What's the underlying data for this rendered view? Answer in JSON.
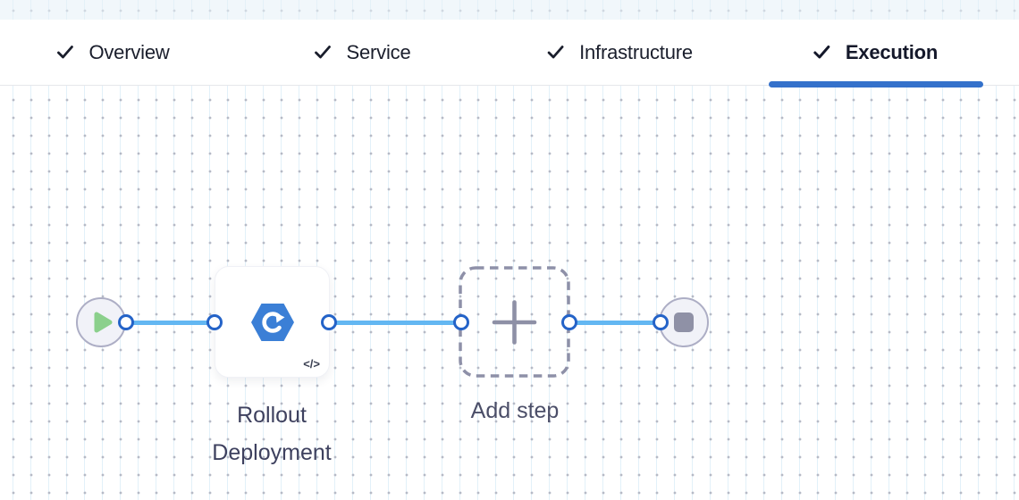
{
  "tabs": [
    {
      "label": "Overview",
      "completed": true,
      "active": false
    },
    {
      "label": "Service",
      "completed": true,
      "active": false
    },
    {
      "label": "Infrastructure",
      "completed": true,
      "active": false
    },
    {
      "label": "Execution",
      "completed": true,
      "active": true
    }
  ],
  "canvas": {
    "start_node": {
      "type": "start",
      "icon": "play-icon"
    },
    "steps": [
      {
        "name": "Rollout Deployment",
        "icon": "rolling-deployment-icon",
        "has_code_view": true
      }
    ],
    "add_step": {
      "label": "Add step",
      "icon": "plus-icon"
    },
    "end_node": {
      "type": "stop",
      "icon": "stop-icon"
    },
    "icons": {
      "code_glyph": "</>"
    }
  },
  "colors": {
    "active_tab_underline": "#3471cb",
    "connector_line": "#63b7f2",
    "connector_port_border": "#2463c8",
    "step_icon_blue": "#3b7fd6",
    "play_green": "#8bd08c",
    "node_fill": "#f1f2f8",
    "node_border": "#adaec5",
    "dashed_box_border": "#8e90a8",
    "tab_text": "#1a1e2c"
  }
}
